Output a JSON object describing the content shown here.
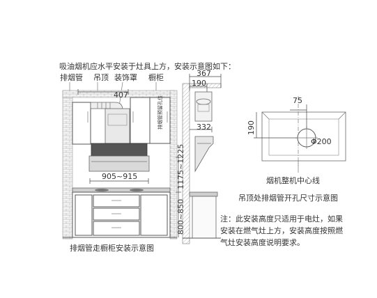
{
  "intro": "吸油烟机应水平安装于灶具上方，安装示意图如下：",
  "labels": {
    "exhaust_pipe": "排烟管",
    "ceiling": "吊顶",
    "decor_cover": "装饰罩",
    "cabinet": "橱柜",
    "pipe_hole_note": "排烟管预留孔位",
    "left_caption": "排烟管走橱柜安装示意图",
    "centerline": "烟机整机中心线",
    "right_caption": "吊顶处排烟管开孔尺寸示意图",
    "note": "注：此安装高度只适用于电灶，如果安装在燃气灶上方，安装高度按照燃气灶安装高度说明要求。"
  },
  "dimensions": {
    "d407": "407",
    "d905": "905~915",
    "d1175": "1175~1225",
    "d800": "800~850",
    "d367": "367",
    "d190a": "190",
    "d332": "332",
    "d75": "75",
    "d190b": "190",
    "dia200": "Φ200"
  }
}
